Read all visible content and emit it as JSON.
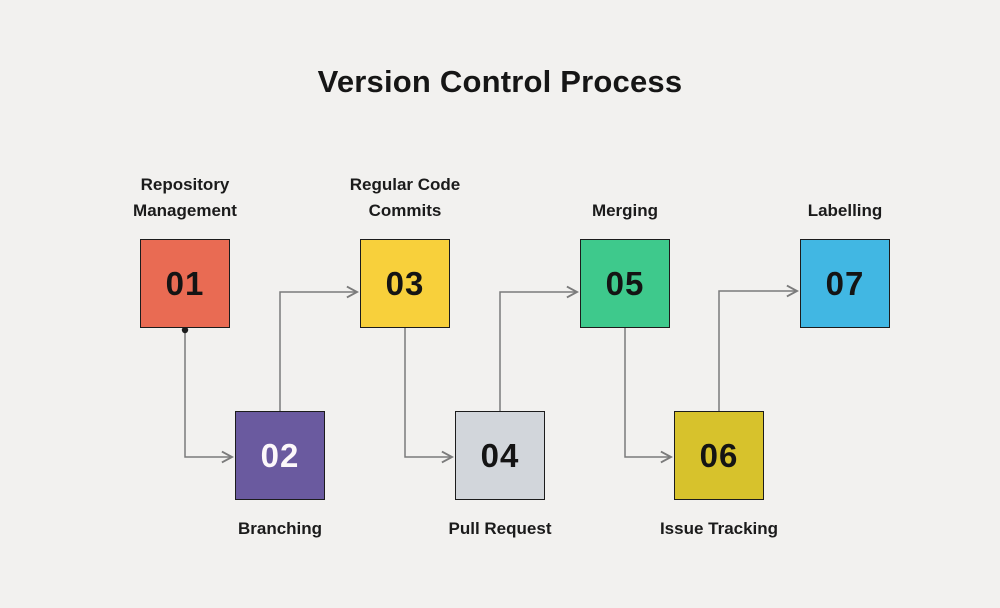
{
  "title": "Version Control Process",
  "colors": {
    "background": "#F2F1EF",
    "connector": "#7b7b7b",
    "box_border": "#1c1c1c",
    "title_text": "#161616",
    "label_text": "#1b1b1b"
  },
  "steps": [
    {
      "number": "01",
      "label": "Repository Management",
      "color": "#E96B53",
      "number_color": "#141414",
      "label_position": "above"
    },
    {
      "number": "02",
      "label": "Branching",
      "color": "#6A5A9F",
      "number_color": "#FCF8FA",
      "label_position": "below"
    },
    {
      "number": "03",
      "label": "Regular Code Commits",
      "color": "#F8D03B",
      "number_color": "#141414",
      "label_position": "above"
    },
    {
      "number": "04",
      "label": "Pull Request",
      "color": "#D2D6DB",
      "number_color": "#141414",
      "label_position": "below"
    },
    {
      "number": "05",
      "label": "Merging",
      "color": "#3EC98C",
      "number_color": "#141414",
      "label_position": "above"
    },
    {
      "number": "06",
      "label": "Issue Tracking",
      "color": "#D7C22C",
      "number_color": "#141414",
      "label_position": "below"
    },
    {
      "number": "07",
      "label": "Labelling",
      "color": "#41B7E3",
      "number_color": "#141414",
      "label_position": "above"
    }
  ]
}
